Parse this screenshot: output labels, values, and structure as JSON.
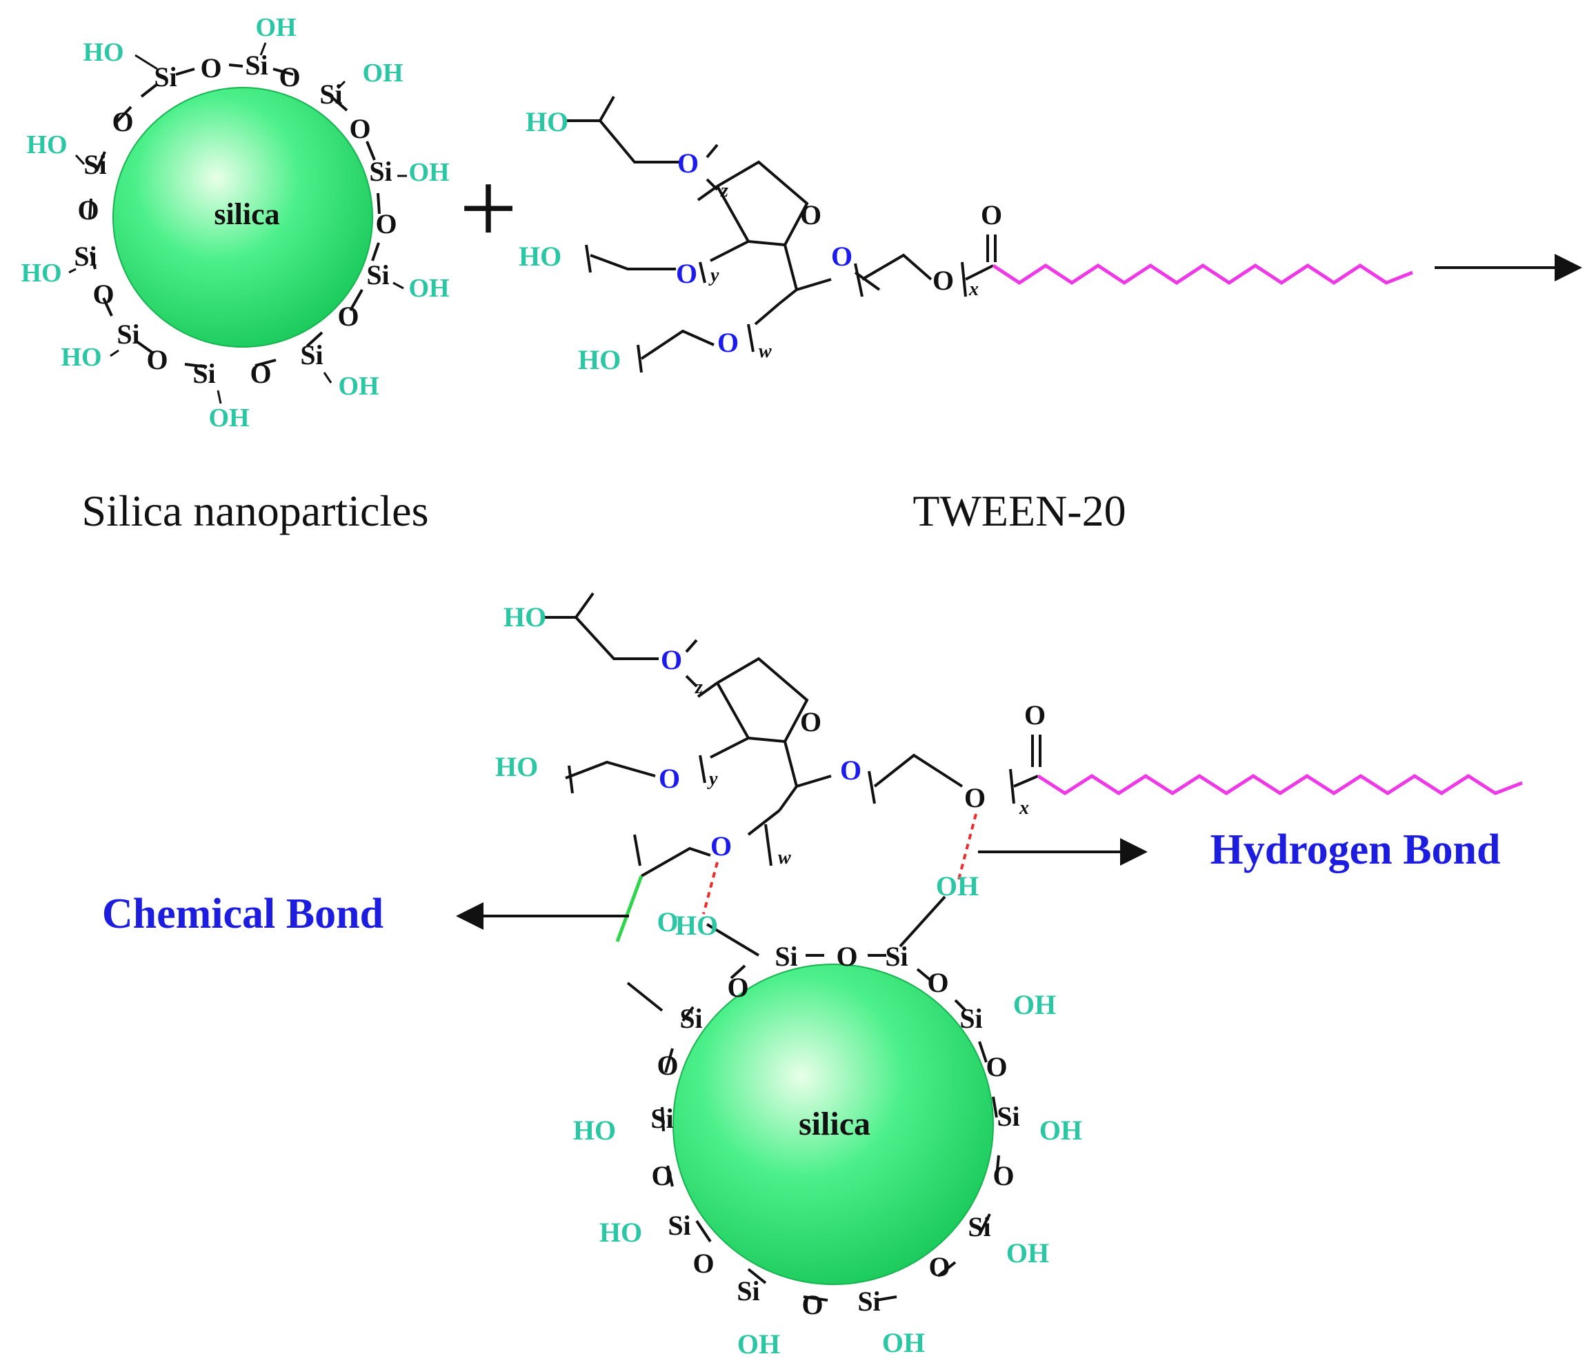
{
  "colors": {
    "hydroxyl": "#2bc6a4",
    "backbone": "#111111",
    "ether_oxygen": "#1b1bf0",
    "tail": "#ee3ae6",
    "hbond": "#ee2a2a",
    "chembond": "#2fd54a",
    "label": "#1d1de0",
    "sphere": "#2ee56a"
  },
  "reactants": {
    "nanoparticle_core": "silica",
    "nanoparticle_caption": "Silica nanoparticles",
    "plus": "+",
    "surfactant_caption": "TWEEN-20"
  },
  "atoms": {
    "si": "Si",
    "o": "O",
    "oh": "OH",
    "ho": "HO"
  },
  "subscripts": {
    "x": "x",
    "y": "y",
    "z": "z",
    "w": "w"
  },
  "product": {
    "nanoparticle_core": "silica",
    "chemical_bond_label": "Chemical Bond",
    "hydrogen_bond_label": "Hydrogen Bond"
  }
}
